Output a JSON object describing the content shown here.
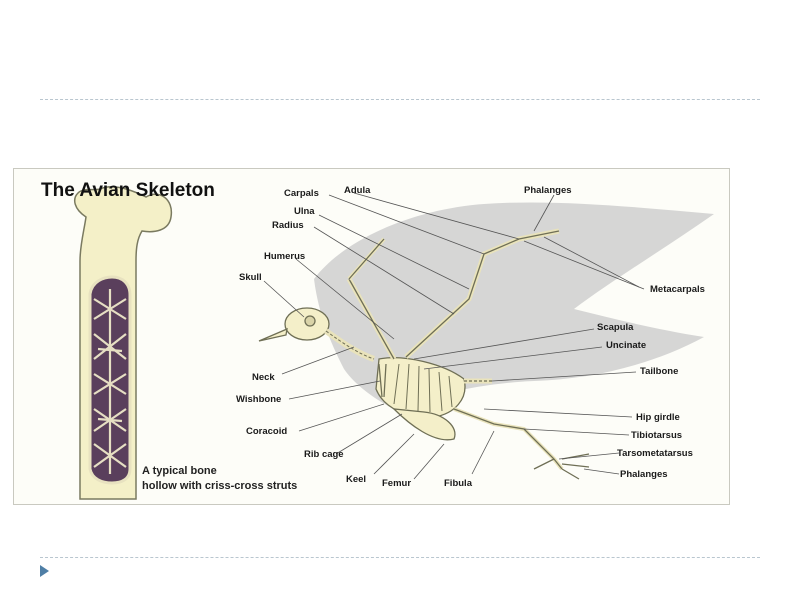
{
  "diagram": {
    "title": "The Avian Skeleton",
    "bone_caption_line1": "A typical bone",
    "bone_caption_line2": "hollow with criss-cross struts",
    "labels": {
      "carpals": "Carpals",
      "adula": "Adula",
      "phalanges_wing": "Phalanges",
      "ulna": "Ulna",
      "radius": "Radius",
      "humerus": "Humerus",
      "skull": "Skull",
      "metacarpals": "Metacarpals",
      "scapula": "Scapula",
      "uncinate": "Uncinate",
      "tailbone": "Tailbone",
      "neck": "Neck",
      "wishbone": "Wishbone",
      "coracoid": "Coracoid",
      "rib_cage": "Rib cage",
      "keel": "Keel",
      "femur": "Femur",
      "fibula": "Fibula",
      "hip_girdle": "Hip girdle",
      "tibiotarsus": "Tibiotarsus",
      "tarsometatarsus": "Tarsometatarsus",
      "phalanges_foot": "Phalanges"
    }
  }
}
